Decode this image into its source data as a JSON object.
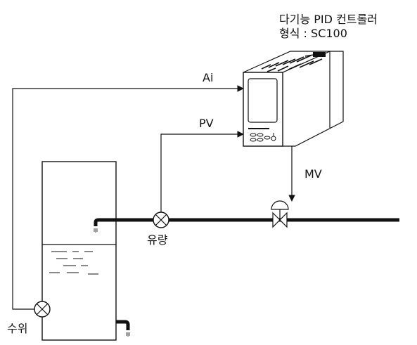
{
  "controller": {
    "title": "다기능 PID 컨트롤러",
    "model": "형식 : SC100"
  },
  "signals": {
    "ai": "Ai",
    "pv": "PV",
    "mv": "MV"
  },
  "sensors": {
    "flow": "유량",
    "level": "수위"
  },
  "colors": {
    "line": "#111111",
    "device_body": "#ffffff",
    "panel": "#ffffff"
  }
}
